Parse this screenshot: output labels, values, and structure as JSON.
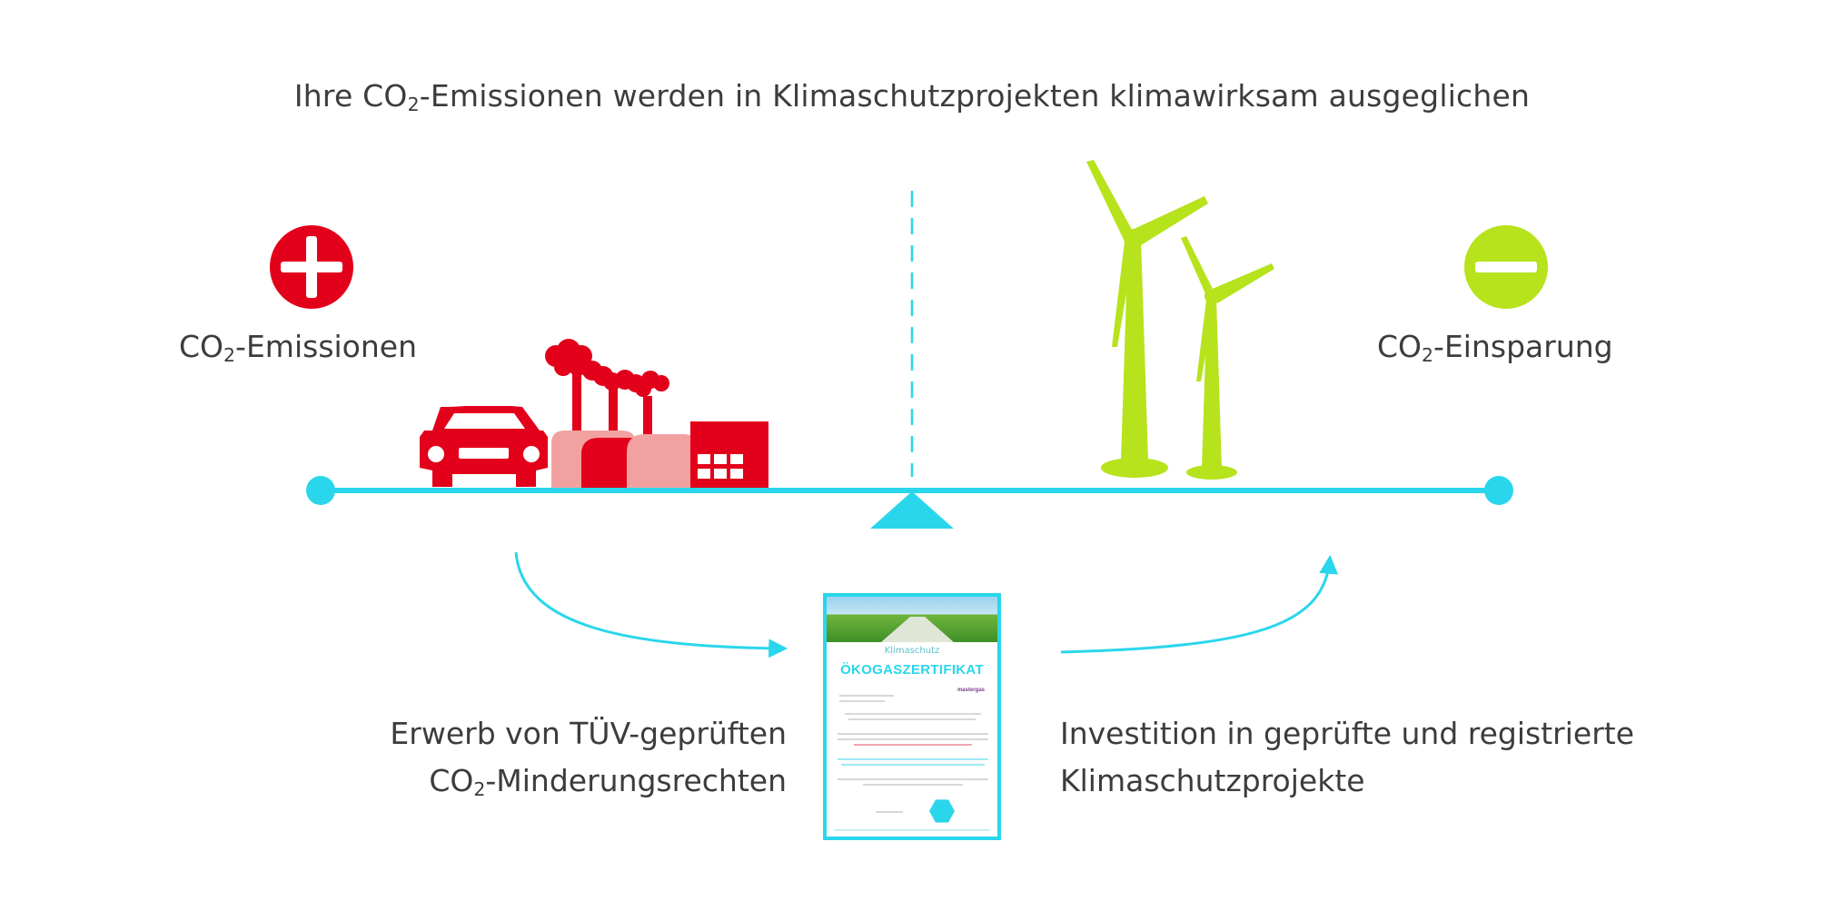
{
  "title": {
    "pre": "Ihre CO",
    "sub": "2",
    "post": "-Emissionen werden in Klimaschutzprojekten klimawirksam ausgeglichen"
  },
  "left_label": {
    "pre": "CO",
    "sub": "2",
    "post": "-Emissionen"
  },
  "right_label": {
    "pre": "CO",
    "sub": "2",
    "post": "-Einsparung"
  },
  "bottom_left": {
    "line1": "Erwerb von TÜV-geprüften",
    "line2_pre": "CO",
    "line2_sub": "2",
    "line2_post": "-Minderungsrechten"
  },
  "bottom_right": {
    "line1": "Investition in geprüfte und registrierte",
    "line2": "Klimaschutzprojekte"
  },
  "certificate": {
    "brand": "Klimaschutz",
    "title": "ÖKOGASZERTIFIKAT",
    "logo": "mastergas"
  },
  "icons": {
    "plus": "plus-circle-icon",
    "minus": "minus-circle-icon",
    "car": "car-icon",
    "factory": "factory-icon",
    "wind": "wind-turbine-icon"
  },
  "colors": {
    "emission": "#e2001a",
    "emission_light": "#f2a1a1",
    "saving": "#b6e31c",
    "balance": "#2ad6ec",
    "text": "#3c3c3c"
  }
}
